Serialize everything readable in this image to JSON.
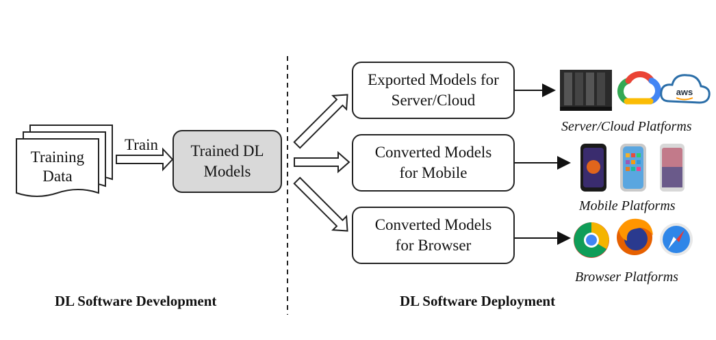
{
  "training_data": "Training\nData",
  "train_label": "Train",
  "trained_models": "Trained DL\nModels",
  "exported_server": "Exported Models for\nServer/Cloud",
  "converted_mobile": "Converted Models\nfor Mobile",
  "converted_browser": "Converted Models\nfor Browser",
  "server_platforms_label": "Server/Cloud Platforms",
  "mobile_platforms_label": "Mobile Platforms",
  "browser_platforms_label": "Browser Platforms",
  "dev_title": "DL Software Development",
  "deploy_title": "DL Software Deployment",
  "aws_logo_text": "aws",
  "icons": {
    "server_rack": "server-rack-icon",
    "google_cloud": "google-cloud-icon",
    "aws_cloud": "aws-cloud-icon",
    "phone1": "android-phone-icon",
    "phone2": "iphone-icon",
    "phone3": "phone-icon",
    "chrome": "chrome-icon",
    "firefox": "firefox-icon",
    "safari": "safari-icon"
  }
}
